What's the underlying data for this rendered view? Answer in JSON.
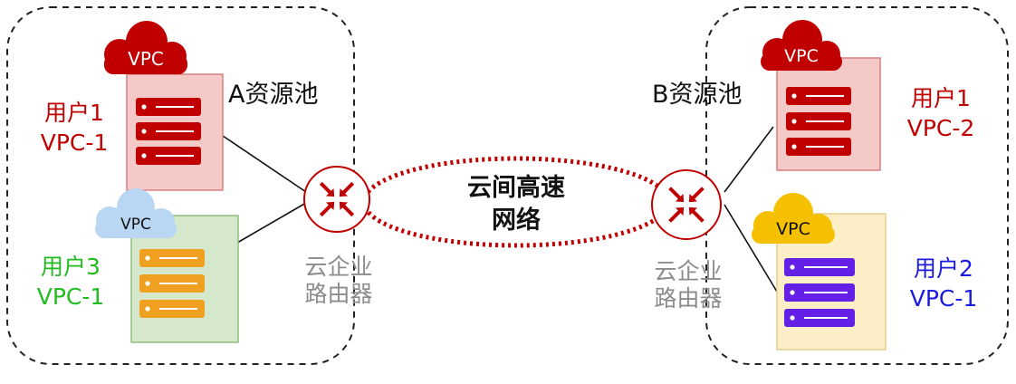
{
  "pools": [
    {
      "name": "A资源池"
    },
    {
      "name": "B资源池"
    }
  ],
  "vpc_text": "VPC",
  "users": [
    {
      "name": "用户1",
      "vpc": "VPC-1",
      "color": "#c00000"
    },
    {
      "name": "用户3",
      "vpc": "VPC-1",
      "color": "#22bb22"
    },
    {
      "name": "用户1",
      "vpc": "VPC-2",
      "color": "#c00000"
    },
    {
      "name": "用户2",
      "vpc": "VPC-1",
      "color": "#1a1ae0"
    }
  ],
  "routers": [
    {
      "line1": "云企业",
      "line2": "路由器"
    },
    {
      "line1": "云企业",
      "line2": "路由器"
    }
  ],
  "network": {
    "line1": "云间高速",
    "line2": "网络"
  },
  "colors": {
    "red": "#c00000",
    "red_fill": "#f6c9c9",
    "green_fill": "#d6e8cc",
    "green_border": "#8fbf7a",
    "orange": "#f0a020",
    "yellow_fill": "#fcefc8",
    "purple": "#6420e6",
    "light_blue": "#b9d6f2",
    "yellow_cloud": "#f5c000"
  }
}
